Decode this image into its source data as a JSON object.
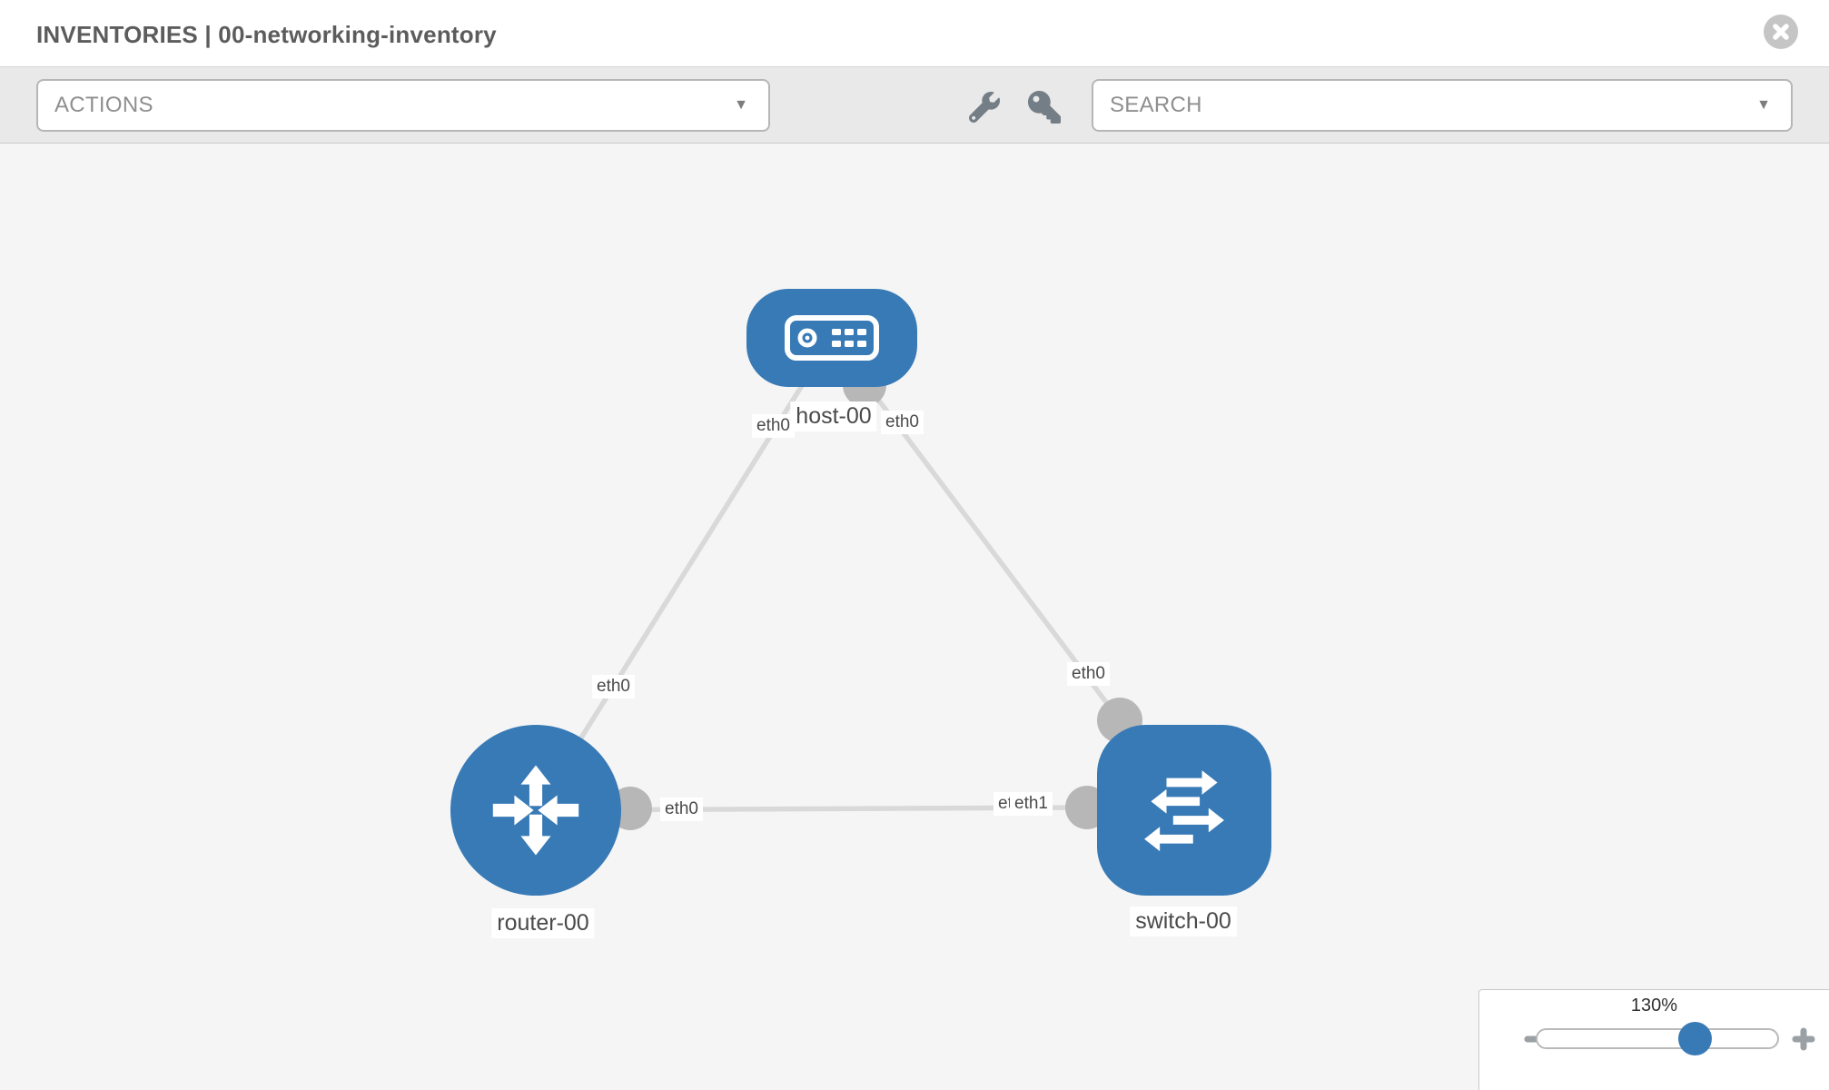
{
  "header": {
    "title": "INVENTORIES | 00-networking-inventory"
  },
  "toolbar": {
    "actions_label": "ACTIONS",
    "search_placeholder": "SEARCH",
    "icons": [
      "wrench-icon",
      "key-icon"
    ]
  },
  "topology": {
    "nodes": [
      {
        "label": "host-00",
        "type": "host"
      },
      {
        "label": "router-00",
        "type": "router"
      },
      {
        "label": "switch-00",
        "type": "switch"
      }
    ],
    "links": [
      {
        "source": "host-00",
        "source_interface": "eth0",
        "target": "router-00",
        "target_interface": "eth0"
      },
      {
        "source": "host-00",
        "source_interface": "eth0",
        "target": "switch-00",
        "target_interface": "eth0"
      },
      {
        "source": "router-00",
        "source_interface": "eth0",
        "target": "switch-00",
        "target_interface": "eth1"
      }
    ]
  },
  "zoom_control": {
    "level": "130%"
  },
  "colors": {
    "node_blue": "#387ab6",
    "link_gray": "#d9d9d9",
    "port_gray": "#b7b7b7",
    "canvas_bg": "#f5f5f5",
    "toolbar_bg": "#e9e9e9",
    "icon_gray": "#747e86"
  }
}
